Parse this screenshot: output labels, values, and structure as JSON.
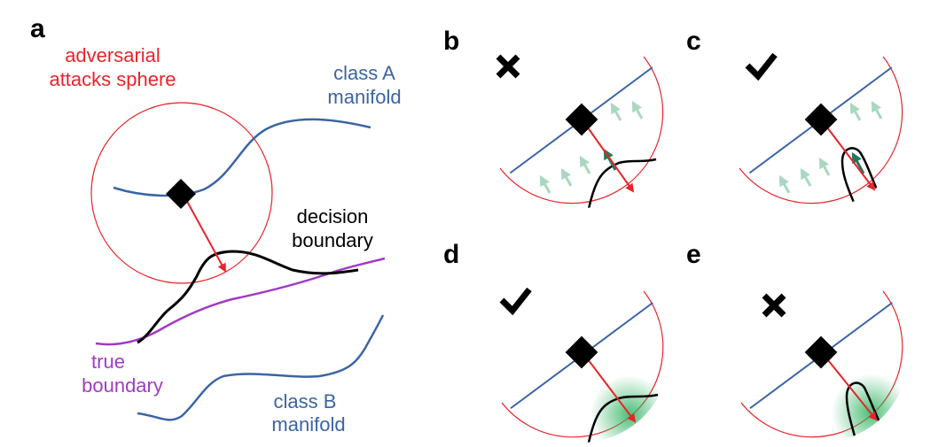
{
  "panels": {
    "a": {
      "letter": "a"
    },
    "b": {
      "letter": "b",
      "mark": "cross"
    },
    "c": {
      "letter": "c",
      "mark": "check"
    },
    "d": {
      "letter": "d",
      "mark": "check"
    },
    "e": {
      "letter": "e",
      "mark": "cross"
    }
  },
  "labels": {
    "adversarial_line1": "adversarial",
    "adversarial_line2": "attacks sphere",
    "class_a_line1": "class A",
    "class_a_line2": "manifold",
    "decision_line1": "decision",
    "decision_line2": "boundary",
    "true_line1": "true",
    "true_line2": "boundary",
    "class_b_line1": "class B",
    "class_b_line2": "manifold"
  },
  "icons": {
    "cross": "cross-icon",
    "check": "check-icon"
  },
  "colors": {
    "sphere": "#e8242a",
    "attack_arrow": "#e8242a",
    "adversarial_text": "#e8242a",
    "manifold": "#3b64a4",
    "manifold_text": "#3b64a4",
    "true_boundary": "#a03bc4",
    "true_boundary_text": "#a03bc4",
    "decision_boundary": "#000000",
    "gradient_faint": "#a8d8c0",
    "gradient_strong": "#1e7a5a",
    "smoothing": "#2eb360"
  }
}
